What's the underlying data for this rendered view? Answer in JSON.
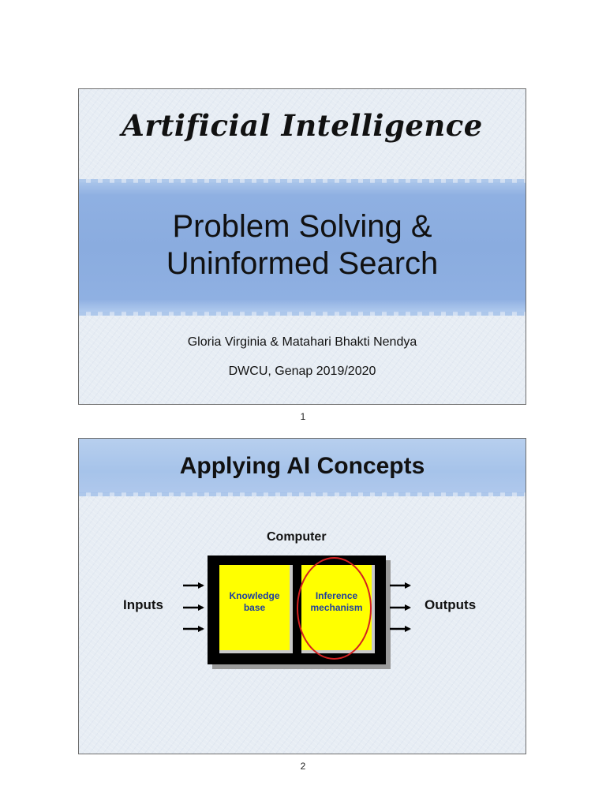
{
  "slides": [
    {
      "header": "Artificial Intelligence",
      "title_line1": "Problem Solving &",
      "title_line2": "Uninformed Search",
      "authors": "Gloria Virginia & Matahari Bhakti Nendya",
      "course": "DWCU, Genap 2019/2020",
      "number": "1"
    },
    {
      "title": "Applying AI Concepts",
      "diagram": {
        "computer_label": "Computer",
        "inputs_label": "Inputs",
        "outputs_label": "Outputs",
        "left_panel_line1": "Knowledge",
        "left_panel_line2": "base",
        "right_panel_line1": "Inference",
        "right_panel_line2": "mechanism",
        "panel_color": "#ffff00",
        "highlight_color": "#d42020"
      },
      "number": "2"
    }
  ],
  "colors": {
    "slide_background": "#e7edf4",
    "band": "#8aacdf",
    "text": "#111111"
  }
}
